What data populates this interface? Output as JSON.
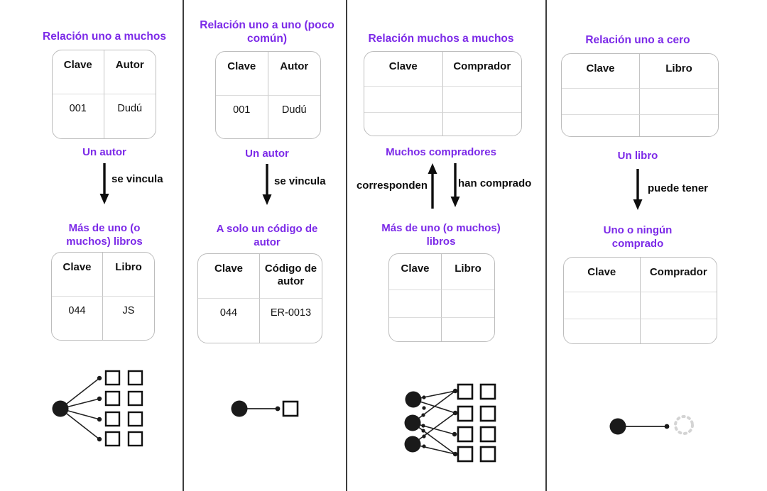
{
  "figure": {
    "type": "database-relationships-infographic",
    "language": "es"
  },
  "palette": {
    "accent_purple": "#7c2ae8",
    "text_black": "#0d0d0d",
    "divider_gray": "#3d3d3d",
    "table_border": "#bdbdbd",
    "row_line": "#dcdcdc",
    "dotted_circle_gray": "#d4d4d4"
  },
  "columns": [
    {
      "title": "Relación uno a muchos",
      "top_table": {
        "headers": [
          "Clave",
          "Autor"
        ],
        "values": [
          "001",
          "Dudú"
        ]
      },
      "top_label": "Un autor",
      "arrow_label": "se vincula",
      "bottom_label": "Más de uno (o muchos) libros",
      "bottom_table": {
        "headers": [
          "Clave",
          "Libro"
        ],
        "values": [
          "044",
          "JS"
        ]
      },
      "diagram": "one-to-many"
    },
    {
      "title": "Relación uno a uno (poco común)",
      "top_table": {
        "headers": [
          "Clave",
          "Autor"
        ],
        "values": [
          "001",
          "Dudú"
        ]
      },
      "top_label": "Un autor",
      "arrow_label": "se vincula",
      "bottom_label": "A solo un código de autor",
      "bottom_table": {
        "headers": [
          "Clave",
          "Código de autor"
        ],
        "values": [
          "044",
          "ER-0013"
        ]
      },
      "diagram": "one-to-one"
    },
    {
      "title": "Relación muchos a muchos",
      "top_table": {
        "headers": [
          "Clave",
          "Comprador"
        ],
        "values": [
          "",
          ""
        ],
        "empty_rows": 2
      },
      "top_label": "Muchos compradores",
      "arrow_up_label": "corresponden",
      "arrow_down_label": "han comprado",
      "bottom_label": "Más de uno (o muchos) libros",
      "bottom_table": {
        "headers": [
          "Clave",
          "Libro"
        ],
        "values": [
          "",
          ""
        ],
        "empty_rows": 2
      },
      "diagram": "many-to-many"
    },
    {
      "title": "Relación uno a cero",
      "top_table": {
        "headers": [
          "Clave",
          "Libro"
        ],
        "values": [
          "",
          ""
        ],
        "empty_rows": 2
      },
      "top_label": "Un libro",
      "arrow_label": "puede tener",
      "bottom_label": "Uno o ningún comprado",
      "bottom_table": {
        "headers": [
          "Clave",
          "Comprador"
        ],
        "values": [
          "",
          ""
        ],
        "empty_rows": 2
      },
      "diagram": "one-to-zero"
    }
  ]
}
